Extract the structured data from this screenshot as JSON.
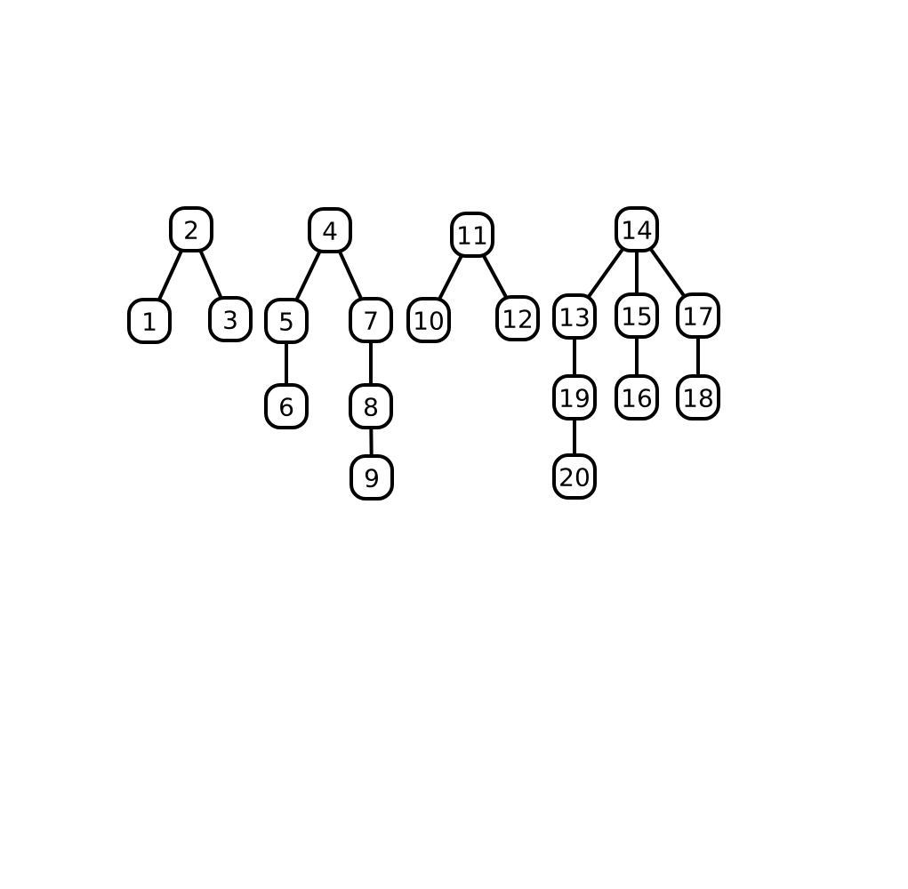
{
  "nodes": [
    {
      "id": "1",
      "label": "1"
    },
    {
      "id": "2",
      "label": "2"
    },
    {
      "id": "3",
      "label": "3"
    },
    {
      "id": "4",
      "label": "4"
    },
    {
      "id": "5",
      "label": "5"
    },
    {
      "id": "6",
      "label": "6"
    },
    {
      "id": "7",
      "label": "7"
    },
    {
      "id": "8",
      "label": "8"
    },
    {
      "id": "9",
      "label": "9"
    },
    {
      "id": "10",
      "label": "10"
    },
    {
      "id": "11",
      "label": "11"
    },
    {
      "id": "12",
      "label": "12"
    },
    {
      "id": "13",
      "label": "13"
    },
    {
      "id": "14",
      "label": "14"
    },
    {
      "id": "15",
      "label": "15"
    },
    {
      "id": "16",
      "label": "16"
    },
    {
      "id": "17",
      "label": "17"
    },
    {
      "id": "18",
      "label": "18"
    },
    {
      "id": "19",
      "label": "19"
    },
    {
      "id": "20",
      "label": "20"
    }
  ],
  "edges": [
    [
      "2",
      "1"
    ],
    [
      "2",
      "3"
    ],
    [
      "4",
      "5"
    ],
    [
      "4",
      "7"
    ],
    [
      "5",
      "6"
    ],
    [
      "7",
      "8"
    ],
    [
      "8",
      "9"
    ],
    [
      "11",
      "10"
    ],
    [
      "11",
      "12"
    ],
    [
      "14",
      "13"
    ],
    [
      "14",
      "15"
    ],
    [
      "14",
      "17"
    ],
    [
      "13",
      "19"
    ],
    [
      "19",
      "20"
    ],
    [
      "15",
      "16"
    ],
    [
      "17",
      "18"
    ]
  ]
}
